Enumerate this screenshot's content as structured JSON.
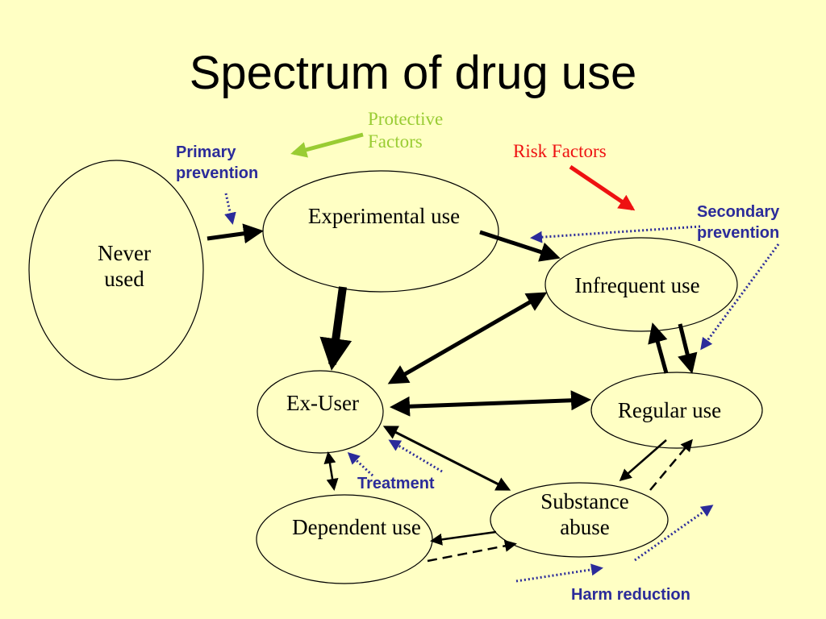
{
  "slide": {
    "title": "Spectrum of drug use"
  },
  "nodes": {
    "never_used": "Never used",
    "experimental_use": "Experimental use",
    "infrequent_use": "Infrequent use",
    "ex_user": "Ex-User",
    "regular_use": "Regular use",
    "dependent_use": "Dependent use",
    "substance_abuse": "Substance abuse"
  },
  "annotations": {
    "protective_factors": "Protective Factors",
    "risk_factors": "Risk Factors",
    "primary_prevention": "Primary prevention",
    "secondary_prevention": "Secondary prevention",
    "treatment": "Treatment",
    "harm_reduction": "Harm reduction"
  },
  "colors": {
    "background": "#ffffc4",
    "protective": "#99cc33",
    "risk": "#ee1111",
    "intervention": "#2b2b9a",
    "arrow": "#000000"
  }
}
